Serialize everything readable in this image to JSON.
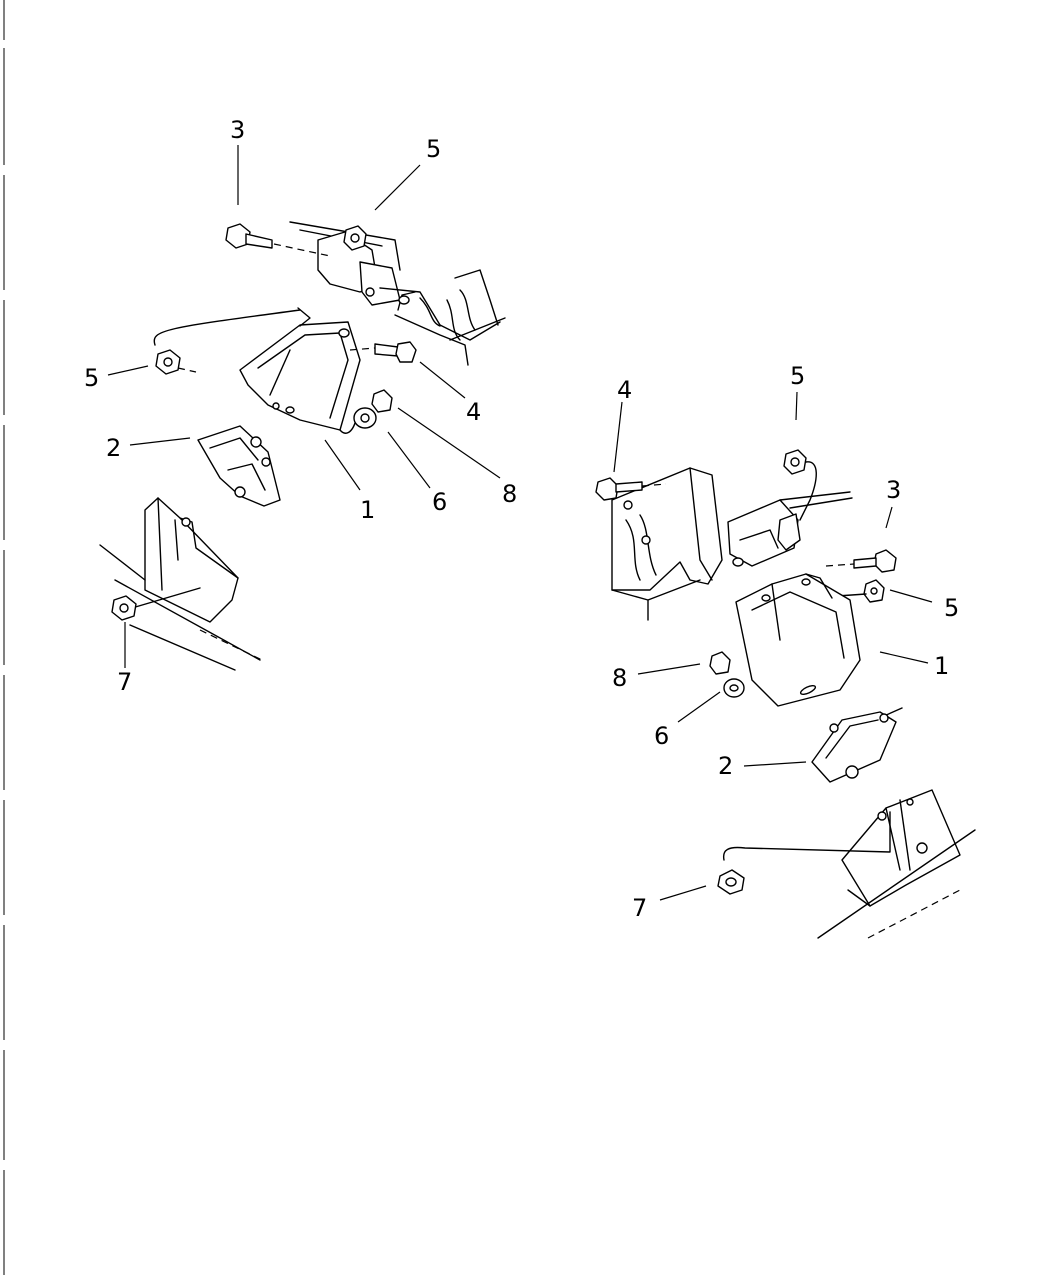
{
  "callouts": {
    "left": {
      "c3": "3",
      "c5_top": "5",
      "c5_left": "5",
      "c4": "4",
      "c2": "2",
      "c1": "1",
      "c6": "6",
      "c8": "8",
      "c7": "7"
    },
    "right": {
      "c4": "4",
      "c5_top": "5",
      "c3": "3",
      "c5_right": "5",
      "c1": "1",
      "c8": "8",
      "c6": "6",
      "c2": "2",
      "c7": "7"
    }
  }
}
